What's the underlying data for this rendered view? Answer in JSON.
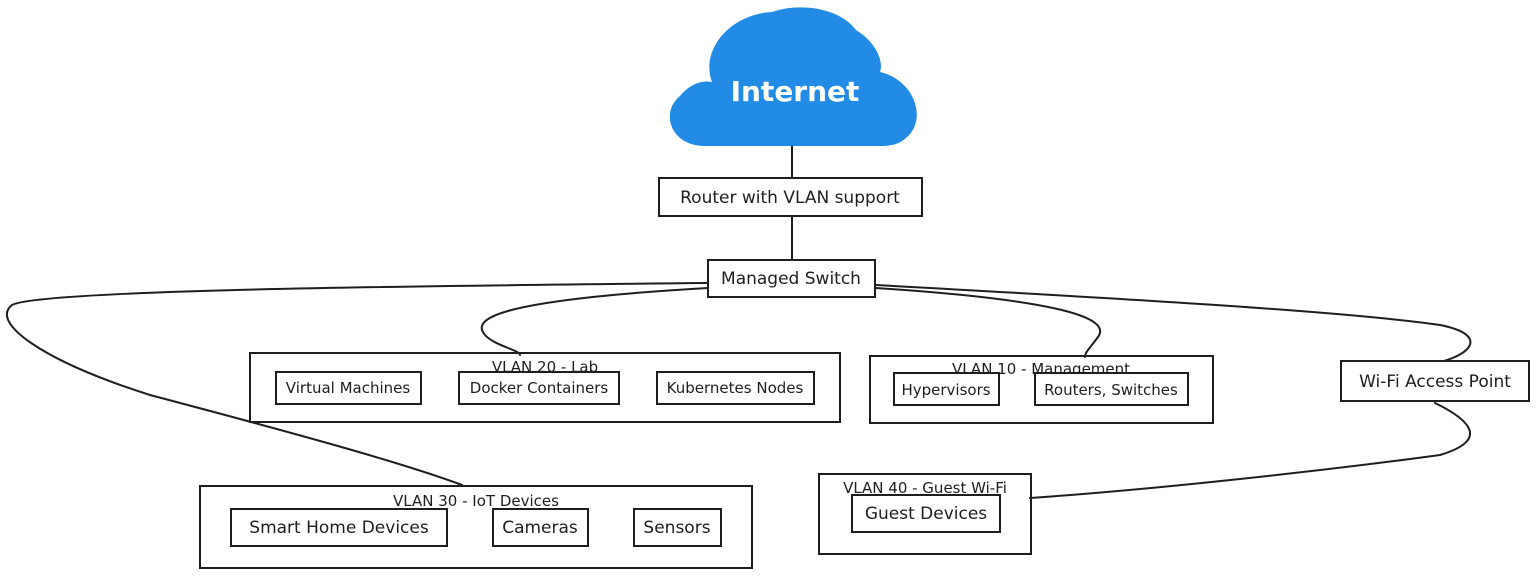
{
  "colors": {
    "cloud": "#228be6",
    "stroke": "#1e1e1e",
    "cloud_text": "#ffffff",
    "background": "#ffffff"
  },
  "internet": {
    "label": "Internet",
    "icon": "cloud-icon"
  },
  "router": {
    "label": "Router with VLAN support"
  },
  "switch": {
    "label": "Managed Switch"
  },
  "wifi": {
    "label": "Wi-Fi Access Point"
  },
  "vlan20": {
    "title": "VLAN 20 - Lab",
    "items": [
      "Virtual Machines",
      "Docker Containers",
      "Kubernetes Nodes"
    ]
  },
  "vlan10": {
    "title": "VLAN 10 - Management",
    "items": [
      "Hypervisors",
      "Routers, Switches"
    ]
  },
  "vlan30": {
    "title": "VLAN 30 - IoT Devices",
    "items": [
      "Smart Home Devices",
      "Cameras",
      "Sensors"
    ]
  },
  "vlan40": {
    "title": "VLAN 40 - Guest Wi-Fi",
    "items": [
      "Guest Devices"
    ]
  }
}
